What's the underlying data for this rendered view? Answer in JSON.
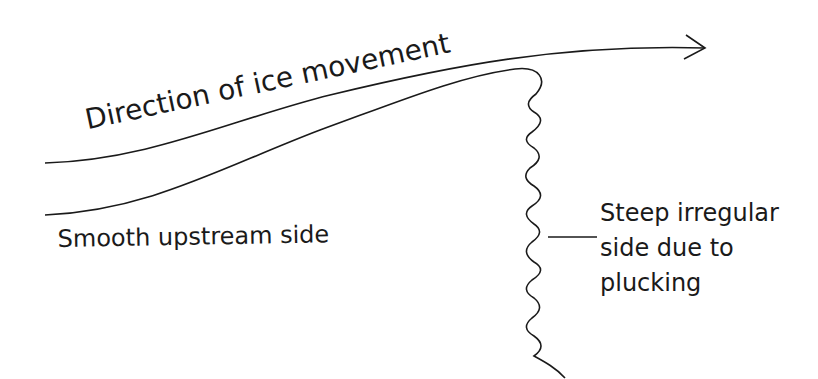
{
  "diagram": {
    "labels": [
      "Direction of ice movement",
      "Smooth upstream side",
      "Steep irregular side due to plucking"
    ]
  }
}
